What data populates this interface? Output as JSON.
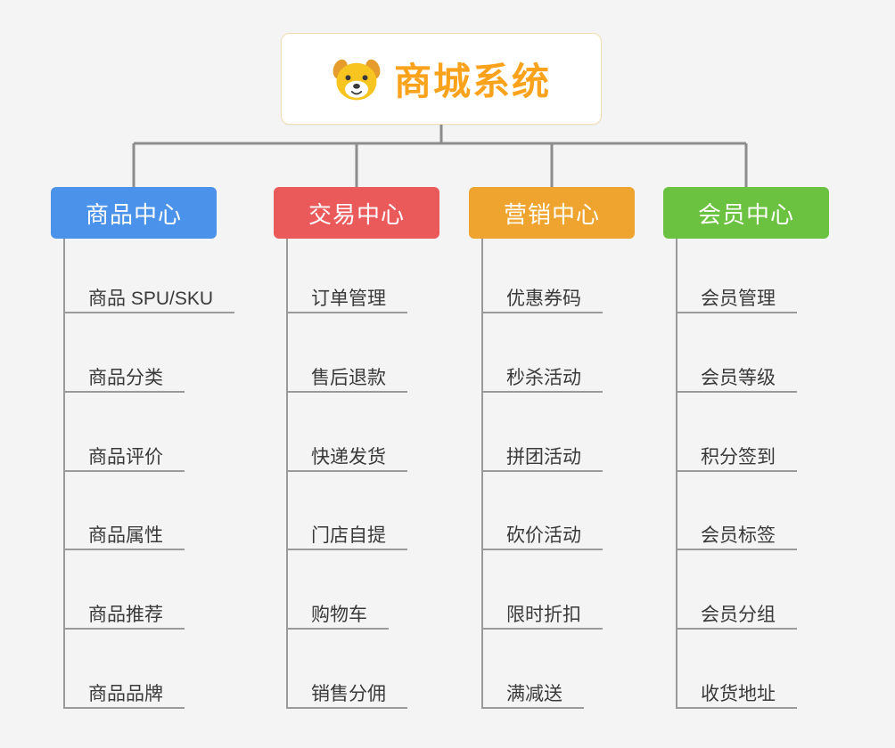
{
  "root": {
    "title": "商城系统",
    "icon": "dog-icon"
  },
  "branches": [
    {
      "label": "商品中心",
      "color": "#4b92ea",
      "children": [
        "商品 SPU/SKU",
        "商品分类",
        "商品评价",
        "商品属性",
        "商品推荐",
        "商品品牌"
      ]
    },
    {
      "label": "交易中心",
      "color": "#ea5a5b",
      "children": [
        "订单管理",
        "售后退款",
        "快递发货",
        "门店自提",
        "购物车",
        "销售分佣"
      ]
    },
    {
      "label": "营销中心",
      "color": "#eea42f",
      "children": [
        "优惠券码",
        "秒杀活动",
        "拼团活动",
        "砍价活动",
        "限时折扣",
        "满减送"
      ]
    },
    {
      "label": "会员中心",
      "color": "#6bc140",
      "children": [
        "会员管理",
        "会员等级",
        "积分签到",
        "会员标签",
        "会员分组",
        "收货地址"
      ]
    }
  ],
  "colors": {
    "background": "#f4f4f4",
    "root_title": "#faa21b",
    "root_border": "#f3ddb3",
    "connector": "#8c8c8c",
    "leaf_underline": "#9a9a9a"
  }
}
